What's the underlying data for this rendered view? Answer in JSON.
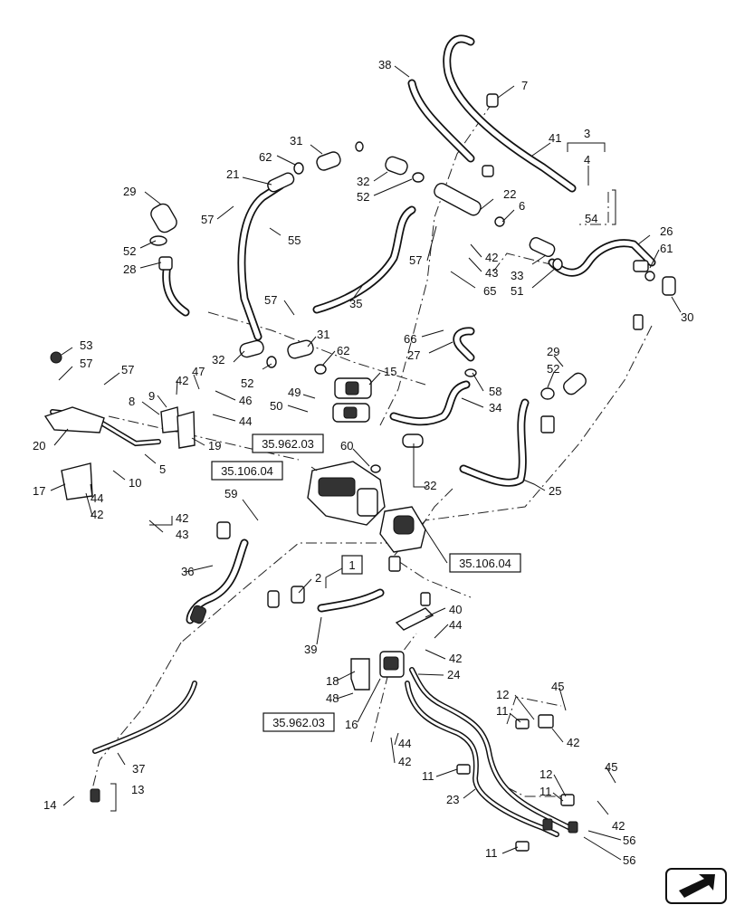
{
  "callouts": [
    {
      "id": "c7",
      "text": "7"
    },
    {
      "id": "c38",
      "text": "38"
    },
    {
      "id": "c3",
      "text": "3"
    },
    {
      "id": "c4",
      "text": "4"
    },
    {
      "id": "c41",
      "text": "41"
    },
    {
      "id": "c31a",
      "text": "31"
    },
    {
      "id": "c62a",
      "text": "62"
    },
    {
      "id": "c21",
      "text": "21"
    },
    {
      "id": "c29a",
      "text": "29"
    },
    {
      "id": "c32a",
      "text": "32"
    },
    {
      "id": "c52a",
      "text": "52"
    },
    {
      "id": "c22",
      "text": "22"
    },
    {
      "id": "c6",
      "text": "6"
    },
    {
      "id": "c54",
      "text": "54"
    },
    {
      "id": "c57a",
      "text": "57"
    },
    {
      "id": "c55",
      "text": "55"
    },
    {
      "id": "c52b",
      "text": "52"
    },
    {
      "id": "c28",
      "text": "28"
    },
    {
      "id": "c57b",
      "text": "57"
    },
    {
      "id": "c42a",
      "text": "42"
    },
    {
      "id": "c43a",
      "text": "43"
    },
    {
      "id": "c33",
      "text": "33"
    },
    {
      "id": "c51",
      "text": "51"
    },
    {
      "id": "c26",
      "text": "26"
    },
    {
      "id": "c61",
      "text": "61"
    },
    {
      "id": "c65",
      "text": "65"
    },
    {
      "id": "c35",
      "text": "35"
    },
    {
      "id": "c57c",
      "text": "57"
    },
    {
      "id": "c30",
      "text": "30"
    },
    {
      "id": "c66",
      "text": "66"
    },
    {
      "id": "c27",
      "text": "27"
    },
    {
      "id": "c31b",
      "text": "31"
    },
    {
      "id": "c62b",
      "text": "62"
    },
    {
      "id": "c53",
      "text": "53"
    },
    {
      "id": "c57d",
      "text": "57"
    },
    {
      "id": "c57e",
      "text": "57"
    },
    {
      "id": "c32b",
      "text": "32"
    },
    {
      "id": "c52c",
      "text": "52"
    },
    {
      "id": "c15",
      "text": "15"
    },
    {
      "id": "c29b",
      "text": "29"
    },
    {
      "id": "c52d",
      "text": "52"
    },
    {
      "id": "c42b",
      "text": "42"
    },
    {
      "id": "c47",
      "text": "47"
    },
    {
      "id": "c9",
      "text": "9"
    },
    {
      "id": "c8",
      "text": "8"
    },
    {
      "id": "c46",
      "text": "46"
    },
    {
      "id": "c49",
      "text": "49"
    },
    {
      "id": "c50",
      "text": "50"
    },
    {
      "id": "c44a",
      "text": "44"
    },
    {
      "id": "c58",
      "text": "58"
    },
    {
      "id": "c34",
      "text": "34"
    },
    {
      "id": "c20",
      "text": "20"
    },
    {
      "id": "c19",
      "text": "19"
    },
    {
      "id": "c5",
      "text": "5"
    },
    {
      "id": "c60",
      "text": "60"
    },
    {
      "id": "c10",
      "text": "10"
    },
    {
      "id": "c17",
      "text": "17"
    },
    {
      "id": "c44b",
      "text": "44"
    },
    {
      "id": "c42c",
      "text": "42"
    },
    {
      "id": "c32c",
      "text": "32"
    },
    {
      "id": "c25",
      "text": "25"
    },
    {
      "id": "c59",
      "text": "59"
    },
    {
      "id": "c42d",
      "text": "42"
    },
    {
      "id": "c43b",
      "text": "43"
    },
    {
      "id": "c1",
      "text": "1"
    },
    {
      "id": "c2",
      "text": "2"
    },
    {
      "id": "c36",
      "text": "36"
    },
    {
      "id": "c40",
      "text": "40"
    },
    {
      "id": "c44c",
      "text": "44"
    },
    {
      "id": "c39",
      "text": "39"
    },
    {
      "id": "c42e",
      "text": "42"
    },
    {
      "id": "c24",
      "text": "24"
    },
    {
      "id": "c18",
      "text": "18"
    },
    {
      "id": "c48",
      "text": "48"
    },
    {
      "id": "c45a",
      "text": "45"
    },
    {
      "id": "c12a",
      "text": "12"
    },
    {
      "id": "c11a",
      "text": "11"
    },
    {
      "id": "c16",
      "text": "16"
    },
    {
      "id": "c42f",
      "text": "42"
    },
    {
      "id": "c44d",
      "text": "44"
    },
    {
      "id": "c42g",
      "text": "42"
    },
    {
      "id": "c11b",
      "text": "11"
    },
    {
      "id": "c37",
      "text": "37"
    },
    {
      "id": "c45b",
      "text": "45"
    },
    {
      "id": "c12b",
      "text": "12"
    },
    {
      "id": "c11c",
      "text": "11"
    },
    {
      "id": "c23",
      "text": "23"
    },
    {
      "id": "c42h",
      "text": "42"
    },
    {
      "id": "c14",
      "text": "14"
    },
    {
      "id": "c13",
      "text": "13"
    },
    {
      "id": "c56a",
      "text": "56"
    },
    {
      "id": "c11d",
      "text": "11"
    },
    {
      "id": "c56b",
      "text": "56"
    }
  ],
  "section_refs": [
    {
      "id": "r1",
      "text": "35.962.03"
    },
    {
      "id": "r2",
      "text": "35.106.04"
    },
    {
      "id": "r3",
      "text": "35.106.04"
    },
    {
      "id": "r4",
      "text": "35.962.03"
    }
  ],
  "assembly_box": {
    "text": "1"
  },
  "navigation": {
    "icon": "arrow-icon"
  }
}
